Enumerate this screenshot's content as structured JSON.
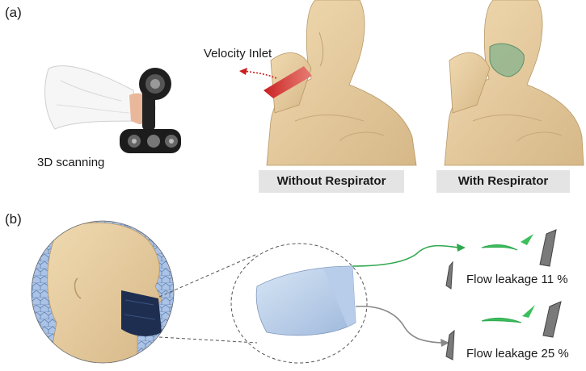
{
  "panel_a": {
    "label": "(a)",
    "scan_caption": "3D scanning",
    "inlet_label": "Velocity Inlet",
    "without_label": "Without Respirator",
    "with_label": "With Respirator"
  },
  "panel_b": {
    "label": "(b)",
    "leakage_top": "Flow leakage 11 %",
    "leakage_bottom": "Flow leakage 25 %"
  }
}
